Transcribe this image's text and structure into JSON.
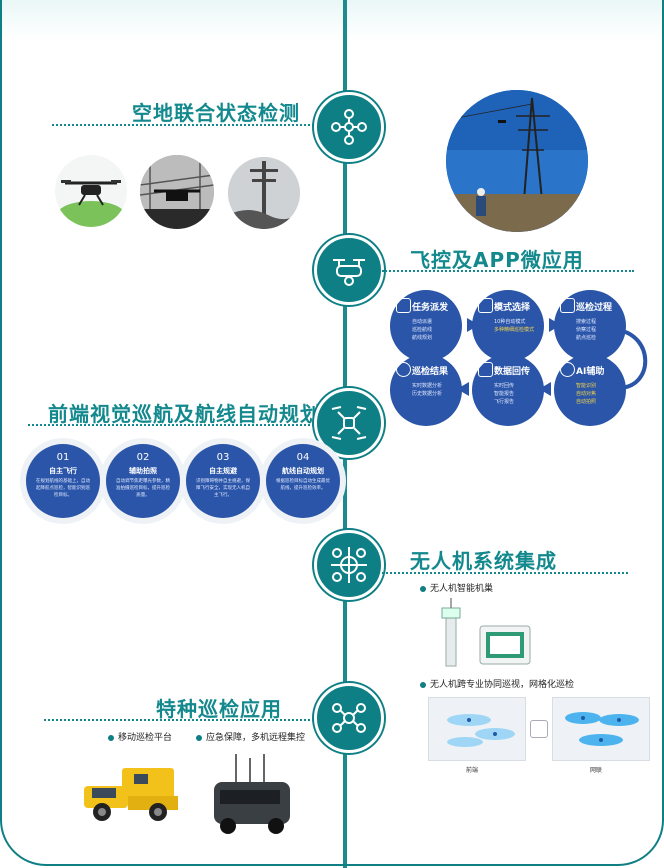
{
  "sections": {
    "s1_title": "空地联合状态检测",
    "s2_title": "飞控及APP微应用",
    "s3_title": "前端视觉巡航及航线自动规划",
    "s4_title": "无人机系统集成",
    "s5_title": "特种巡检应用"
  },
  "app_flow": [
    {
      "title": "任务派发",
      "lines": [
        "自动派遣",
        "巡检航线",
        "航线规划"
      ]
    },
    {
      "title": "模式选择",
      "lines": [
        "10种自动模式",
        "多种精细巡检模式"
      ]
    },
    {
      "title": "巡检过程",
      "lines": [
        "搜索过程",
        "侦察过程",
        "航点巡检"
      ]
    },
    {
      "title": "AI辅助",
      "lines": [
        "智能识别",
        "自动对焦",
        "自动拍照"
      ]
    },
    {
      "title": "数据回传",
      "lines": [
        "实时回传",
        "智能报告",
        "飞行报告"
      ]
    },
    {
      "title": "巡检结果",
      "lines": [
        "实时数据分析",
        "历史数据分析"
      ]
    }
  ],
  "steps": [
    {
      "num": "01",
      "head": "自主飞行",
      "desc": "在规划航线的基础上，自动起降航点巡检，智能识别巡检目标。"
    },
    {
      "num": "02",
      "head": "辅助拍照",
      "desc": "自动调节焦距曝光参数，精准拍摄巡检目标，提升巡检质量。"
    },
    {
      "num": "03",
      "head": "自主规避",
      "desc": "识别障碍物并自主规避，保障飞行安全，实现无人机自主飞行。"
    },
    {
      "num": "04",
      "head": "航线自动规划",
      "desc": "根据巡检目标自动生成最优航线，提升巡检效率。"
    }
  ],
  "integration": {
    "bullet1": "无人机智能机巢",
    "bullet2": "无人机跨专业协同巡视，网格化巡检",
    "left_label": "前端",
    "right_label": "网联"
  },
  "special": {
    "bullet1": "移动巡检平台",
    "bullet2": "应急保障，多机远程集控"
  },
  "colors": {
    "teal": "#0e7f84",
    "blue": "#2a55a8",
    "yellow": "#f3d34a"
  }
}
